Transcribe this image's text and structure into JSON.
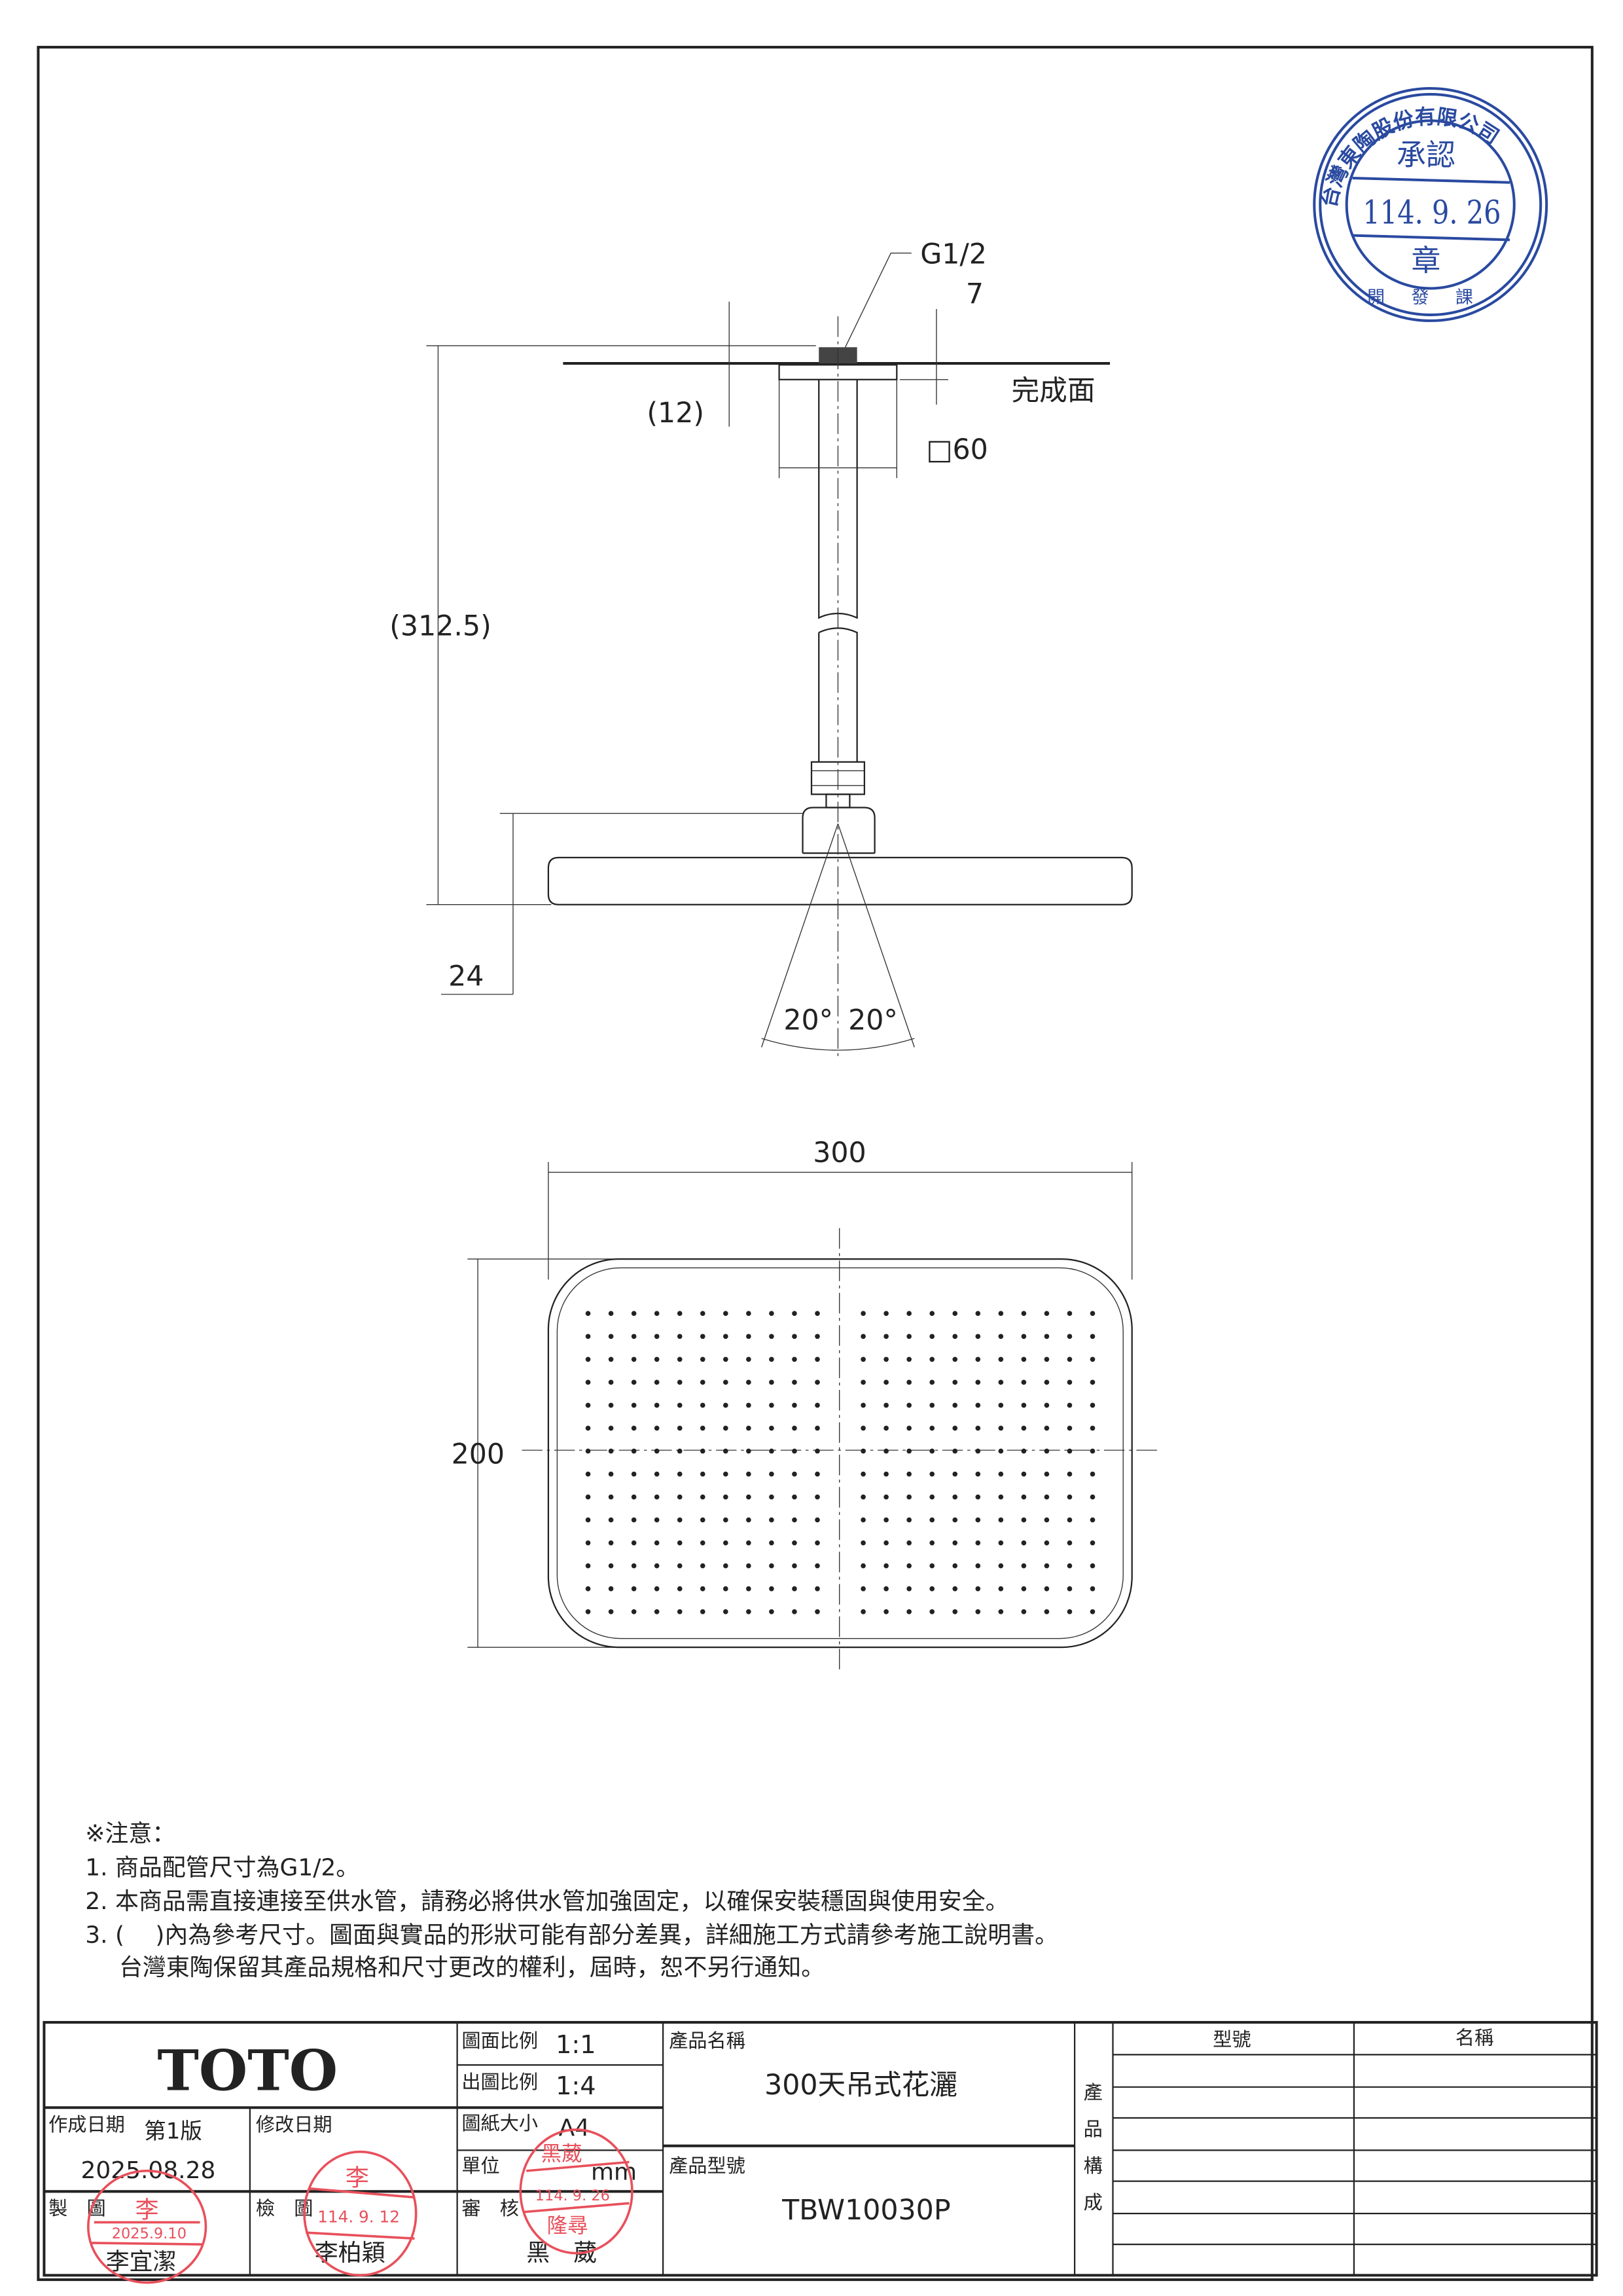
{
  "drawing": {
    "label_thread": "G1/2",
    "label_7": "7",
    "label_finish_surface": "完成面",
    "label_12": "(12)",
    "label_60": "□60",
    "label_312": "(312.5)",
    "label_24": "24",
    "label_angle_left": "20°",
    "label_angle_right": "20°",
    "label_300": "300",
    "label_200": "200"
  },
  "notes": {
    "title": "※注意：",
    "items": [
      "1. 商品配管尺寸為G1/2。",
      "2. 本商品需直接連接至供水管，請務必將供水管加強固定，以確保安裝穩固與使用安全。",
      "3. (　 )內為參考尺寸。圖面與實品的形狀可能有部分差異，詳細施工方式請參考施工說明書。",
      "台灣東陶保留其產品規格和尺寸更改的權利，屆時，恕不另行通知。"
    ]
  },
  "title_block": {
    "logo": "TOTO",
    "drawing_scale_label": "圖面比例",
    "drawing_scale": "1:1",
    "print_scale_label": "出圖比例",
    "print_scale": "1:4",
    "paper_size_label": "圖紙大小",
    "paper_size": "A4",
    "unit_label": "單位",
    "unit": "mm",
    "created_label": "作成日期",
    "version": "第1版",
    "created_date": "2025.08.28",
    "revised_label": "修改日期",
    "drawn_label": "製　圖",
    "drawn_by": "李宜潔",
    "checked_label": "檢　圖",
    "checked_by": "李柏穎",
    "reviewed_label": "審　核",
    "reviewed_by": "黑　葳",
    "product_name_label": "產品名稱",
    "product_name": "300天吊式花灑",
    "product_model_label": "產品型號",
    "product_model": "TBW10030P",
    "composition_label": [
      "產",
      "品",
      "構",
      "成"
    ],
    "col_model": "型號",
    "col_name": "名稱"
  },
  "stamps": {
    "approval": {
      "company": "台灣東陶股份有限公司",
      "title": "承認",
      "date": "114. 9. 26",
      "seal": "章",
      "dept": "開發課"
    },
    "drawn": {
      "name": "李",
      "date": "2025.9.10"
    },
    "checked": {
      "name": "李",
      "date": "114. 9. 12"
    },
    "reviewed": {
      "name": "黑葳",
      "date": "114. 9. 26",
      "sub": "隆尋"
    }
  }
}
